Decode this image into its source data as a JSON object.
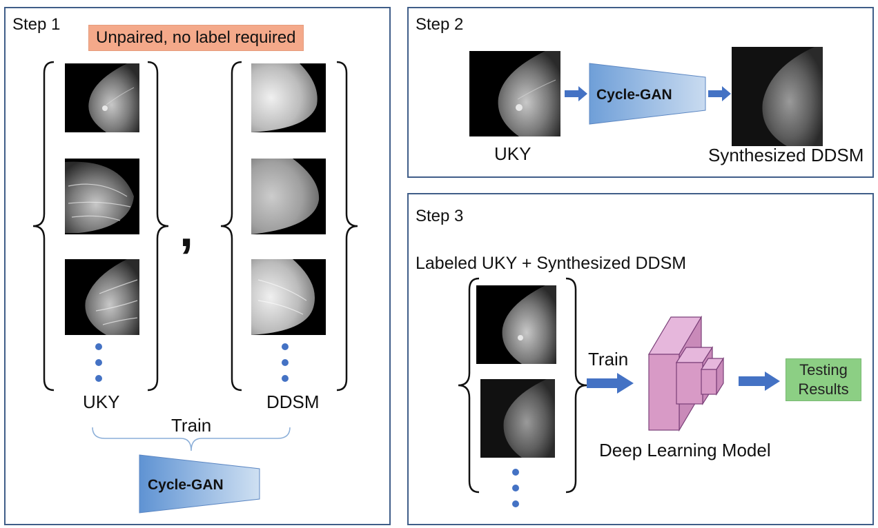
{
  "step1": {
    "title": "Step 1",
    "note": "Unpaired, no label required",
    "uky_label": "UKY",
    "ddsm_label": "DDSM",
    "separator": ",",
    "train_label": "Train",
    "gan_label": "Cycle-GAN"
  },
  "step2": {
    "title": "Step 2",
    "input_label": "UKY",
    "gan_label": "Cycle-GAN",
    "output_label": "Synthesized DDSM"
  },
  "step3": {
    "title": "Step 3",
    "dataset_label": "Labeled UKY + Synthesized DDSM",
    "train_label": "Train",
    "model_label": "Deep Learning Model",
    "result_line1": "Testing",
    "result_line2": "Results"
  },
  "colors": {
    "panel_border": "#3f5d88",
    "arrow": "#4472c4",
    "gan_fill_light": "#c9dbf0",
    "gan_fill_dark": "#6f9fd8",
    "note_bg": "#f4a98a",
    "result_bg": "#8ccf84",
    "cnn_fill": "#d89ac6",
    "dots": "#4472c4"
  }
}
